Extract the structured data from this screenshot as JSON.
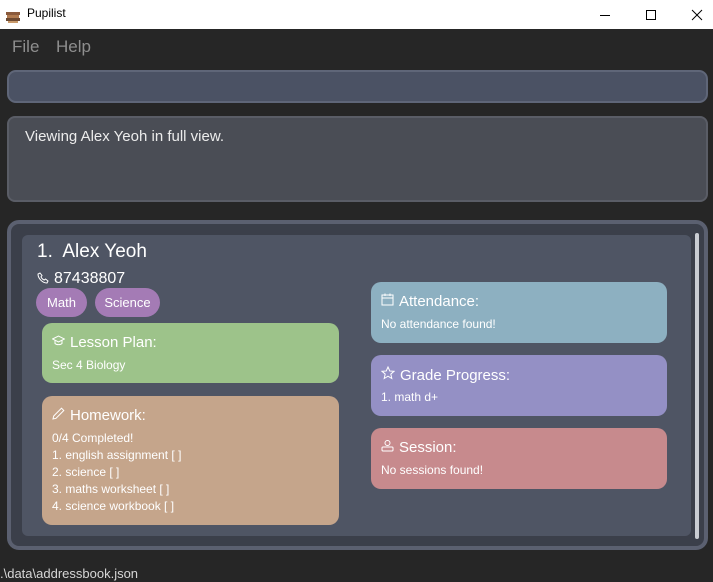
{
  "window": {
    "title": "Pupilist",
    "controls": [
      "minimize",
      "maximize",
      "close"
    ]
  },
  "menu": {
    "file_label": "File",
    "help_label": "Help"
  },
  "command": {
    "value": ""
  },
  "result": {
    "text": "Viewing Alex Yeoh in full view."
  },
  "person": {
    "index": "1.",
    "name": "Alex Yeoh",
    "phone": "87438807",
    "tags": [
      "Math",
      "Science"
    ],
    "lesson_plan": {
      "title": "Lesson Plan:",
      "content": "Sec 4 Biology",
      "color": "#9dc38a"
    },
    "homework": {
      "title": "Homework:",
      "summary": "0/4 Completed!",
      "items": [
        "1. english assignment [ ]",
        "2. science [ ]",
        "3. maths worksheet [ ]",
        "4. science workbook [ ]"
      ],
      "color": "#c5a58b"
    },
    "attendance": {
      "title": "Attendance:",
      "content": "No attendance found!",
      "color": "#8db0c1"
    },
    "grade_progress": {
      "title": "Grade Progress:",
      "content": "1. math d+",
      "color": "#9490c5"
    },
    "session": {
      "title": "Session:",
      "content": "No sessions found!",
      "color": "#c78a8d"
    }
  },
  "status": {
    "path": ".\\data\\addressbook.json"
  },
  "icons": [
    "app-book-icon",
    "minimize-icon",
    "maximize-icon",
    "close-icon",
    "phone-icon",
    "graduation-cap-icon",
    "pencil-icon",
    "calendar-icon",
    "star-icon",
    "session-person-icon"
  ]
}
